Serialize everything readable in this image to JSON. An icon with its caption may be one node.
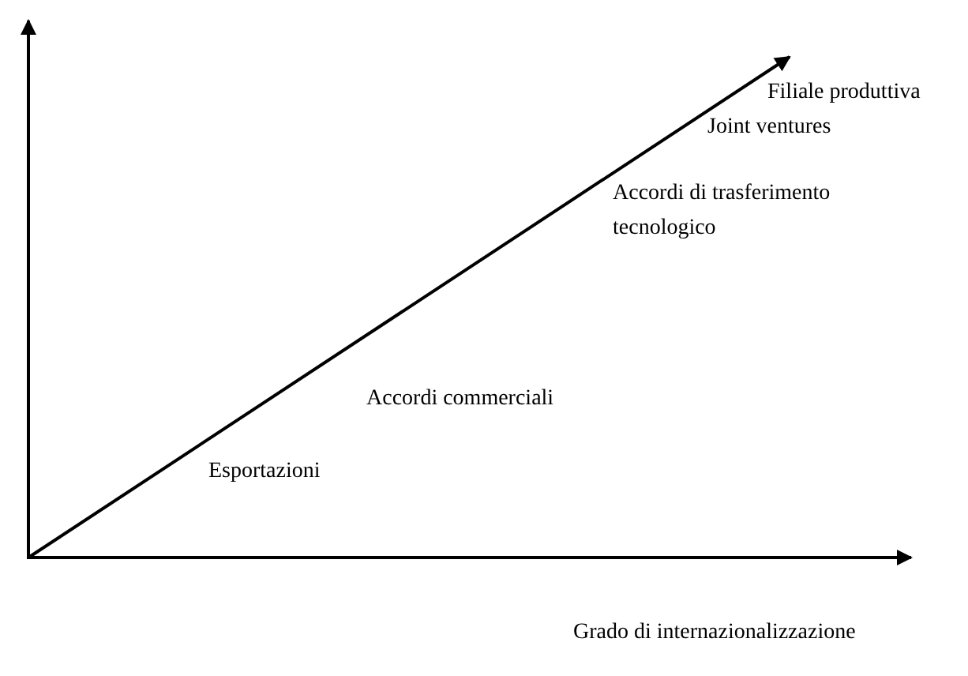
{
  "diagram": {
    "labels": [
      "Filiale produttiva",
      "Joint ventures",
      "Accordi di trasferimento tecnologico",
      "Accordi commerciali",
      "Esportazioni",
      "Grado di internazionalizzazione"
    ]
  }
}
